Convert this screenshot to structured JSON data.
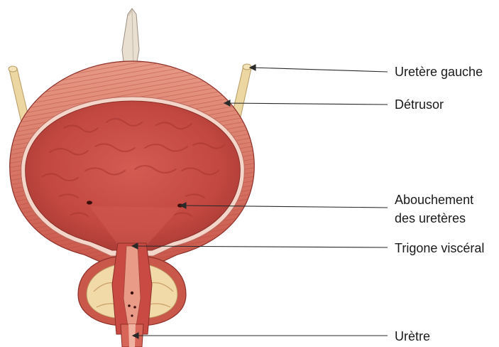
{
  "labels": {
    "ureter_left": "Uretère gauche",
    "detrusor": "Détrusor",
    "ureteral_orifices_line1": "Abouchement",
    "ureteral_orifices_line2": "des uretères",
    "trigone": "Trigone viscéral",
    "urethra": "Urètre"
  },
  "colors": {
    "wall_outer": "#c9574a",
    "wall_muscle": "#e28a78",
    "mucosa": "#c8473f",
    "mucosa_dark": "#a83530",
    "mucosa_light": "#d9645a",
    "lining": "#f2d4c8",
    "ureter": "#edd9a6",
    "urachus": "#e7dccd",
    "prostate_capsule": "#f1d9a8",
    "leader_line": "#2a2a2a"
  }
}
